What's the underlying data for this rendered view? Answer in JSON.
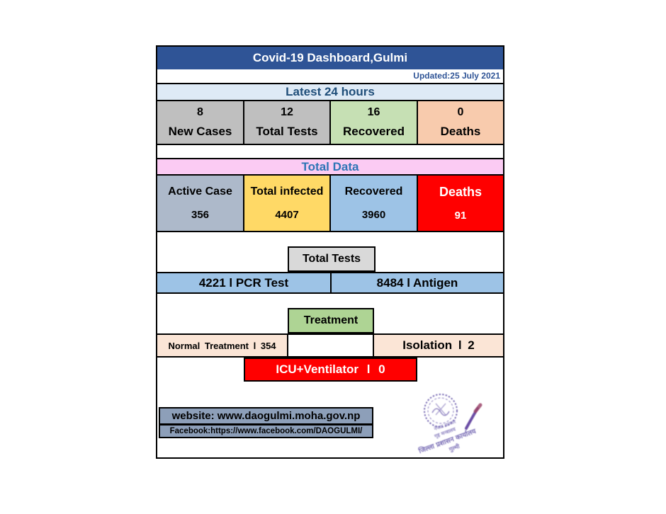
{
  "header": {
    "title": "Covid-19 Dashboard,Gulmi",
    "updated": "Updated:25 July 2021"
  },
  "latest24": {
    "heading": "Latest 24 hours",
    "cells": [
      {
        "value": "8",
        "label": "New Cases",
        "color": "#BFBFBF"
      },
      {
        "value": "12",
        "label": "Total Tests",
        "color": "#BFBFBF"
      },
      {
        "value": "16",
        "label": "Recovered",
        "color": "#C6E0B4"
      },
      {
        "value": "0",
        "label": "Deaths",
        "color": "#F8CBAD"
      }
    ]
  },
  "total_data": {
    "heading": "Total Data",
    "cells": [
      {
        "label": "Active Case",
        "value": "356",
        "color": "#ADB9CA"
      },
      {
        "label": "Total infected",
        "value": "4407",
        "color": "#FFD966"
      },
      {
        "label": "Recovered",
        "value": "3960",
        "color": "#9DC3E6"
      },
      {
        "label": "Deaths",
        "value": "91",
        "color": "#FF0000"
      }
    ]
  },
  "tests": {
    "heading": "Total Tests",
    "pcr": "4221 l PCR Test",
    "antigen": "8484 l Antigen"
  },
  "treatment": {
    "heading": "Treatment",
    "normal": "Normal Treatment l 354",
    "isolation": "Isolation l 2",
    "icu": "ICU+Ventilator l 0"
  },
  "footer": {
    "website": "website: www.daogulmi.moha.gov.np",
    "facebook": "Facebook:https://www.facebook.com/DAOGULMI/"
  },
  "stamp": {
    "lines": [
      "नेपाल सरकार",
      "गृह मन्त्रालय",
      "जिल्ला प्रशासन कार्यालय",
      "गुल्मी"
    ],
    "color": "#6C5FAE"
  },
  "colors": {
    "header_bg": "#2F5496",
    "latest_bar_bg": "#DEEAF6",
    "latest_bar_text": "#1F4E79",
    "total_data_bg": "#FBCBF3",
    "total_data_text": "#2E75B6",
    "tests_box_bg": "#D9D9D9",
    "tests_row_bg": "#9DC3E6",
    "treatment_box_bg": "#AED494",
    "treatment_row_bg": "#FBE5D6",
    "icu_box_bg": "#FF0000",
    "footer_box_bg": "#8D9FB9",
    "frame_border": "#000000"
  }
}
